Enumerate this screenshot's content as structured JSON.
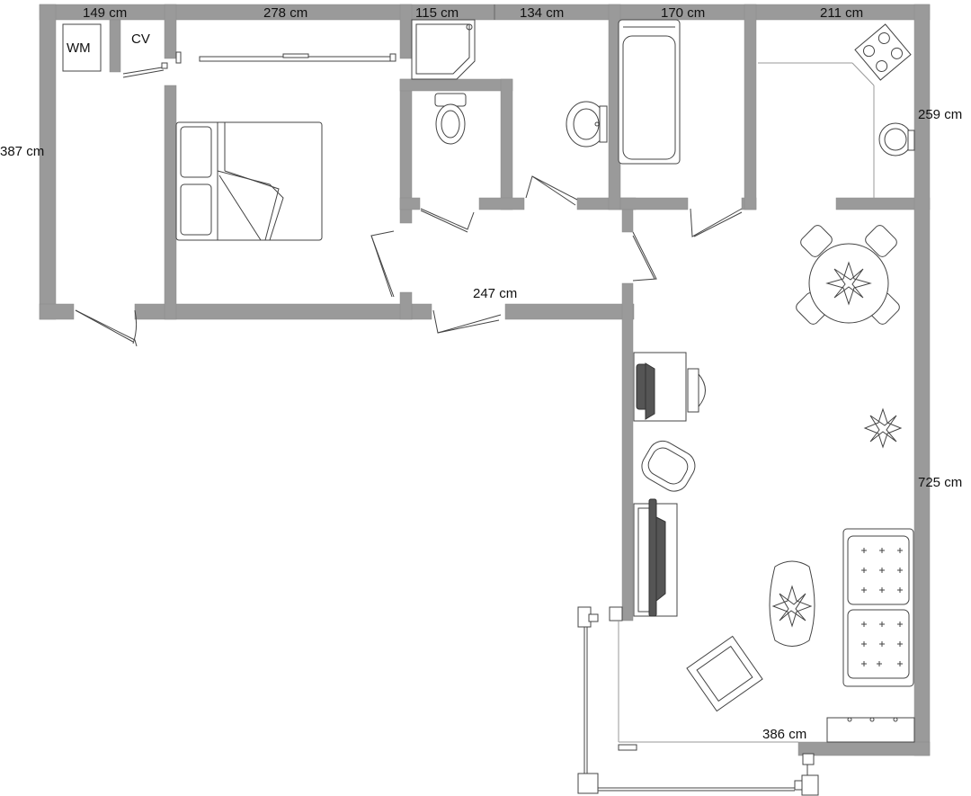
{
  "dimensions": {
    "top": [
      "149 cm",
      "278 cm",
      "115 cm",
      "134 cm",
      "170 cm",
      "211 cm"
    ],
    "left": "387 cm",
    "kitchen_right": "259 cm",
    "hall": "247 cm",
    "living_right": "725 cm",
    "living_bottom": "386 cm"
  },
  "labels": {
    "washing_machine": "WM",
    "cv": "CV"
  },
  "colors": {
    "wall": "#9a9a9a",
    "stroke": "#444444"
  }
}
